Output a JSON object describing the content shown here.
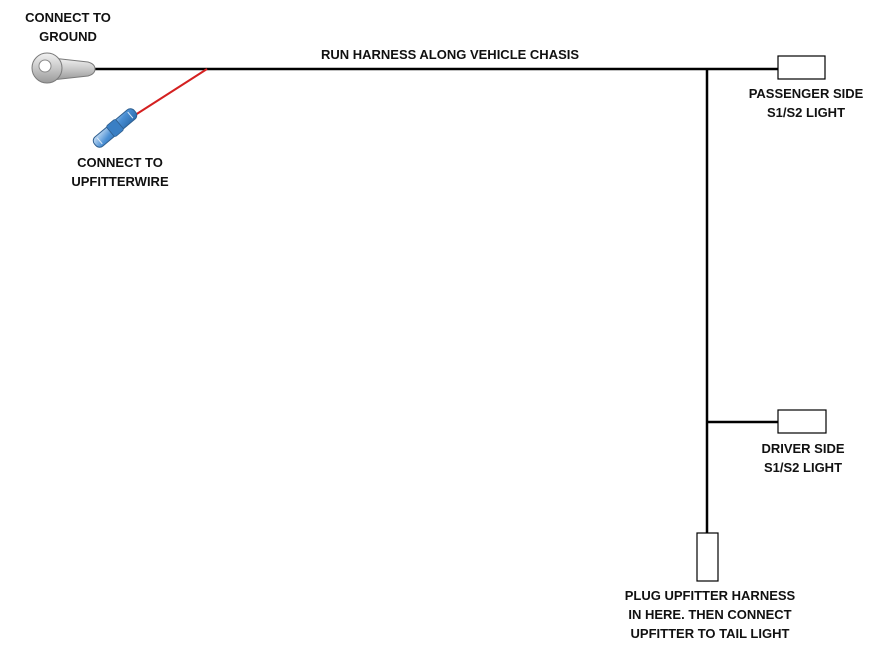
{
  "labels": {
    "ground": [
      "CONNECT TO",
      "GROUND"
    ],
    "harness": "RUN HARNESS ALONG  VEHICLE CHASIS",
    "upfitter_wire": [
      "CONNECT TO",
      "UPFITTERWIRE"
    ],
    "passenger": [
      "PASSENGER SIDE",
      "S1/S2 LIGHT"
    ],
    "driver": [
      "DRIVER SIDE",
      "S1/S2 LIGHT"
    ],
    "plug": [
      "PLUG UPFITTER HARNESS",
      "IN HERE. THEN CONNECT",
      "UPFITTER TO TAIL LIGHT"
    ]
  },
  "colors": {
    "wire": "#000000",
    "power_wire": "#d42020",
    "connector_outline": "#000000",
    "butt_splice": "#4a8fd4",
    "ring_terminal": "#b0b0b0"
  },
  "icons": {
    "ring_terminal": "ring-terminal-icon",
    "butt_splice": "butt-splice-connector-icon",
    "connector": "connector-plug-icon"
  }
}
